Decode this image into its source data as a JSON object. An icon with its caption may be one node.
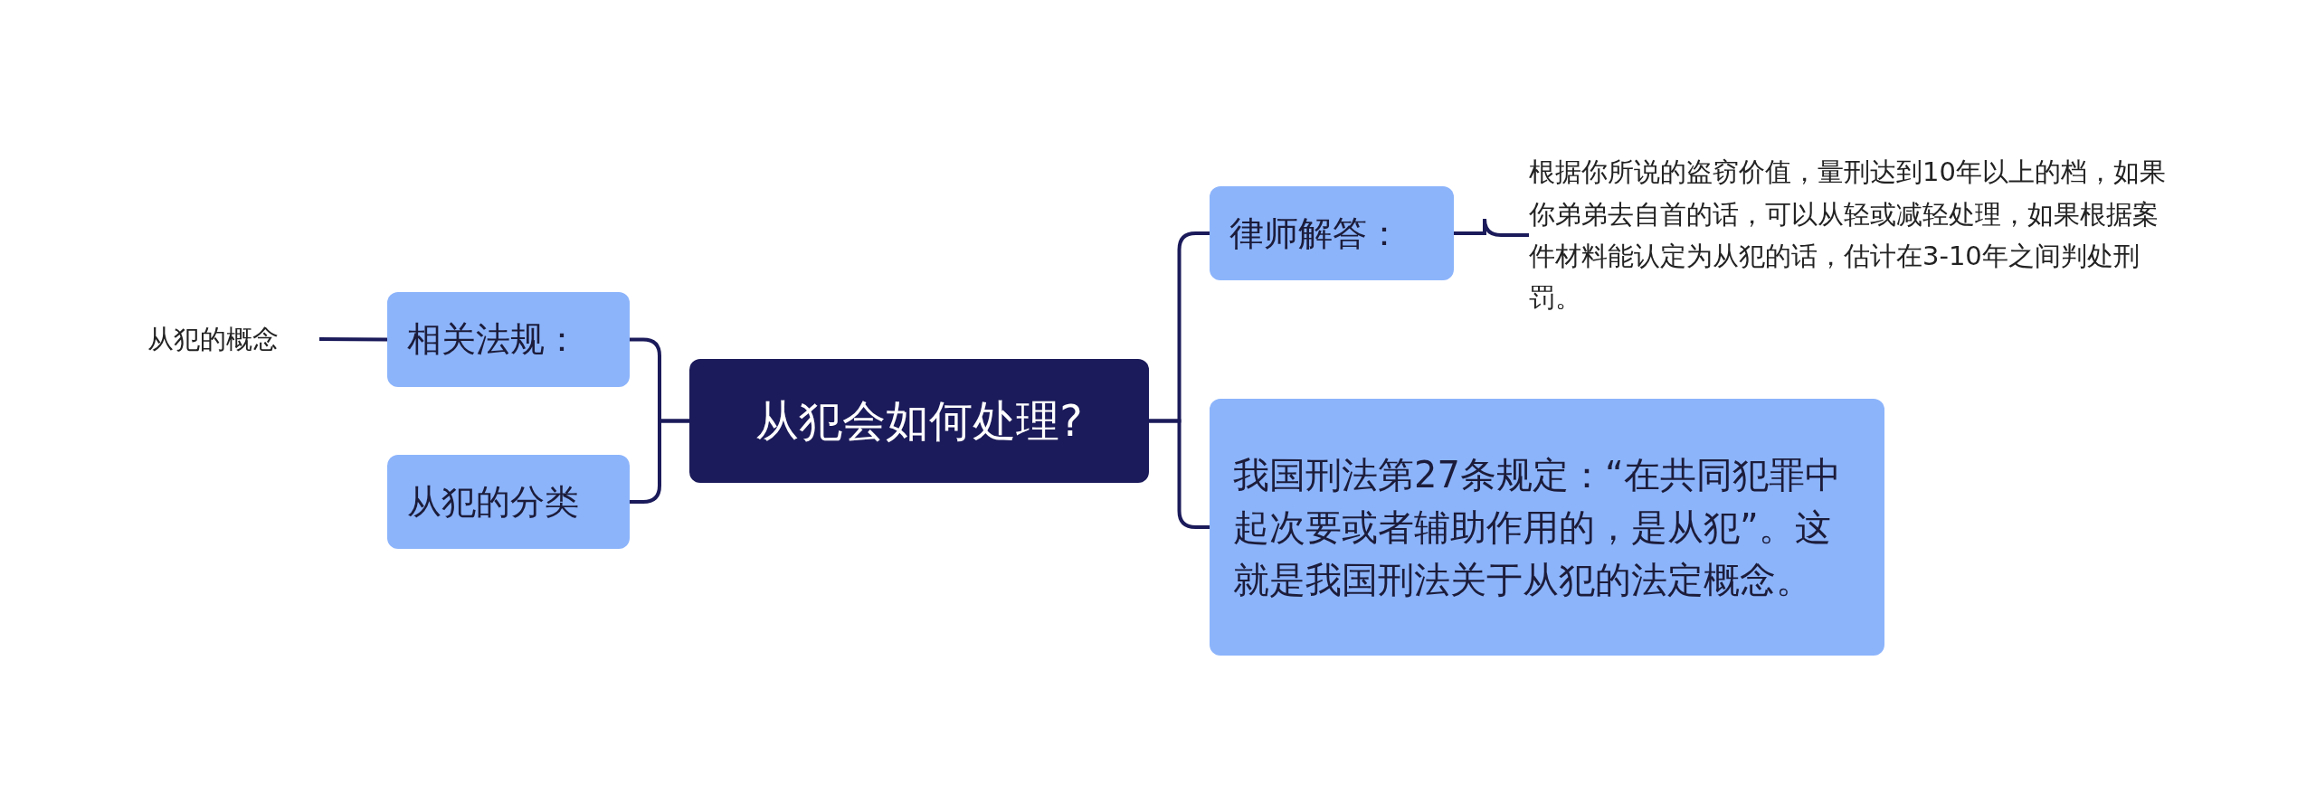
{
  "diagram": {
    "nodes": [
      {
        "text": [
          "从犯会如何处理?"
        ]
      },
      {
        "text": [
          "相关法规："
        ]
      },
      {
        "text": [
          "从犯的分类"
        ]
      },
      {
        "text": [
          "从犯的概念"
        ]
      },
      {
        "text": [
          "律师解答："
        ]
      },
      {
        "text": [
          "根据你所说的盗窃价值，量刑达到10年以上的档，如果你弟弟去自首的话，可以从轻或减轻处理，如果根据案件材料能认定为从犯的话，估计在3-10年之间判处刑罚。"
        ]
      },
      {
        "text": [
          "我国刑法第27条规定：“在共同犯罪中起次要或者辅助作用的，是从犯”。这就是我国刑法关于从犯的法定概念。"
        ]
      }
    ],
    "edges": [
      {
        "from": 0,
        "to": 1,
        "arrow": "none"
      },
      {
        "from": 0,
        "to": 2,
        "arrow": "none"
      },
      {
        "from": 1,
        "to": 3,
        "arrow": "none"
      },
      {
        "from": 0,
        "to": 4,
        "arrow": "none"
      },
      {
        "from": 0,
        "to": 6,
        "arrow": "none"
      },
      {
        "from": 4,
        "to": 5,
        "arrow": "none"
      }
    ]
  }
}
